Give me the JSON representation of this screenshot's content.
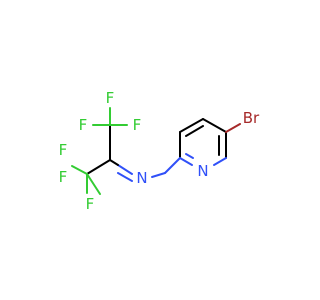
{
  "molecule": {
    "atoms": {
      "br": "Br",
      "n_ring": "N",
      "n_imine": "N",
      "f1": "F",
      "f2": "F",
      "f3": "F",
      "f4": "F",
      "f5": "F",
      "f6": "F"
    },
    "colors": {
      "bond": "#000000",
      "fluorine": "#33cc33",
      "nitrogen": "#3050f8",
      "bromine": "#a62929"
    }
  }
}
